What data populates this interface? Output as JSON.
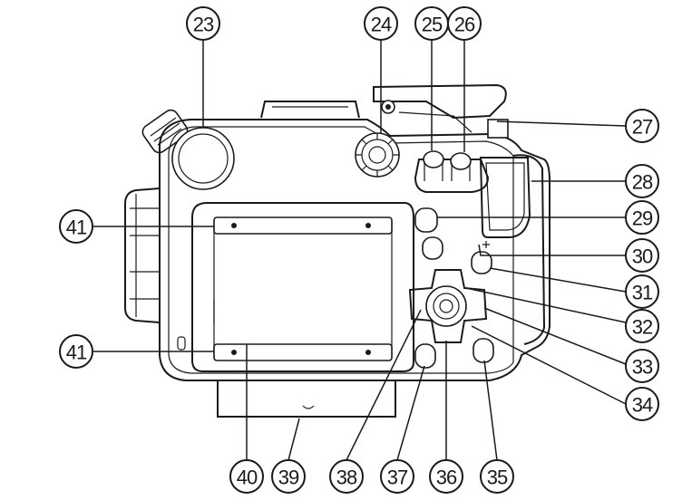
{
  "callouts": [
    {
      "id": "c23",
      "label": "23"
    },
    {
      "id": "c24",
      "label": "24"
    },
    {
      "id": "c25",
      "label": "25"
    },
    {
      "id": "c26",
      "label": "26"
    },
    {
      "id": "c27",
      "label": "27"
    },
    {
      "id": "c28",
      "label": "28"
    },
    {
      "id": "c29",
      "label": "29"
    },
    {
      "id": "c30",
      "label": "30"
    },
    {
      "id": "c31",
      "label": "31"
    },
    {
      "id": "c32",
      "label": "32"
    },
    {
      "id": "c33",
      "label": "33"
    },
    {
      "id": "c34",
      "label": "34"
    },
    {
      "id": "c35",
      "label": "35"
    },
    {
      "id": "c36",
      "label": "36"
    },
    {
      "id": "c37",
      "label": "37"
    },
    {
      "id": "c38",
      "label": "38"
    },
    {
      "id": "c39",
      "label": "39"
    },
    {
      "id": "c40",
      "label": "40"
    },
    {
      "id": "c41a",
      "label": "41"
    },
    {
      "id": "c41b",
      "label": "41"
    }
  ]
}
